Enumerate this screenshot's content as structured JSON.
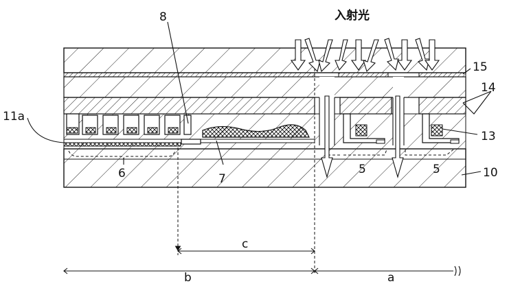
{
  "title": "入射光",
  "labels": {
    "l8": "8",
    "l11a": "11a",
    "l6": "6",
    "l7": "7",
    "l5a": "5",
    "l5b": "5",
    "l15": "15",
    "l14": "14",
    "l13": "13",
    "l10": "10",
    "lc": "c",
    "lb": "b",
    "la": "a"
  }
}
